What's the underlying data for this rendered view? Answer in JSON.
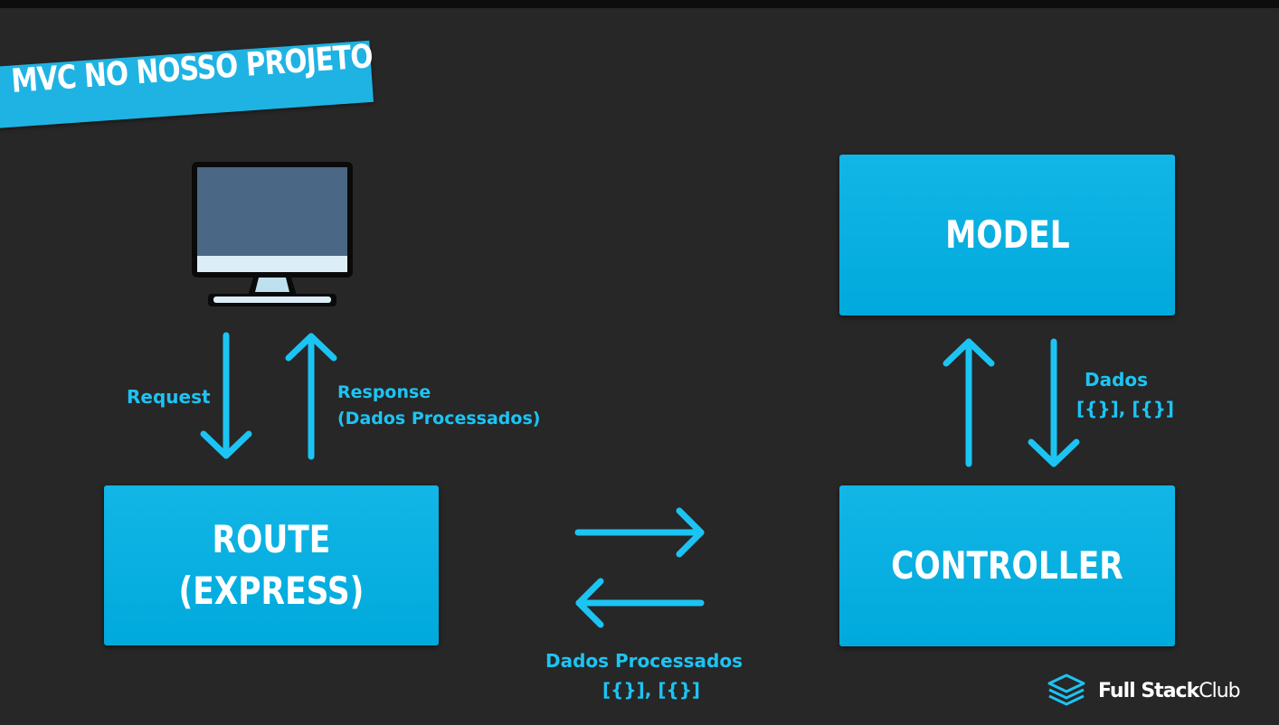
{
  "title": "MVC NO NOSSO PROJETO",
  "nodes": {
    "route": "ROUTE\n(EXPRESS)",
    "model": "MODEL",
    "controller": "CONTROLLER"
  },
  "edges": {
    "request": "Request",
    "response_line1": "Response",
    "response_line2": "(Dados Processados)",
    "model_to_controller_line1": "Dados",
    "model_to_controller_line2": "[{}], [{}]",
    "controller_to_route_line1": "Dados Processados",
    "controller_to_route_line2": "[{}], [{}]"
  },
  "brand": {
    "bold": "Full Stack",
    "regular": "Club"
  },
  "colors": {
    "accent": "#00aee0",
    "arrow": "#1cc4f4",
    "background": "#272727"
  },
  "icons": [
    "computer-monitor-icon",
    "fullstackclub-logo-icon"
  ]
}
